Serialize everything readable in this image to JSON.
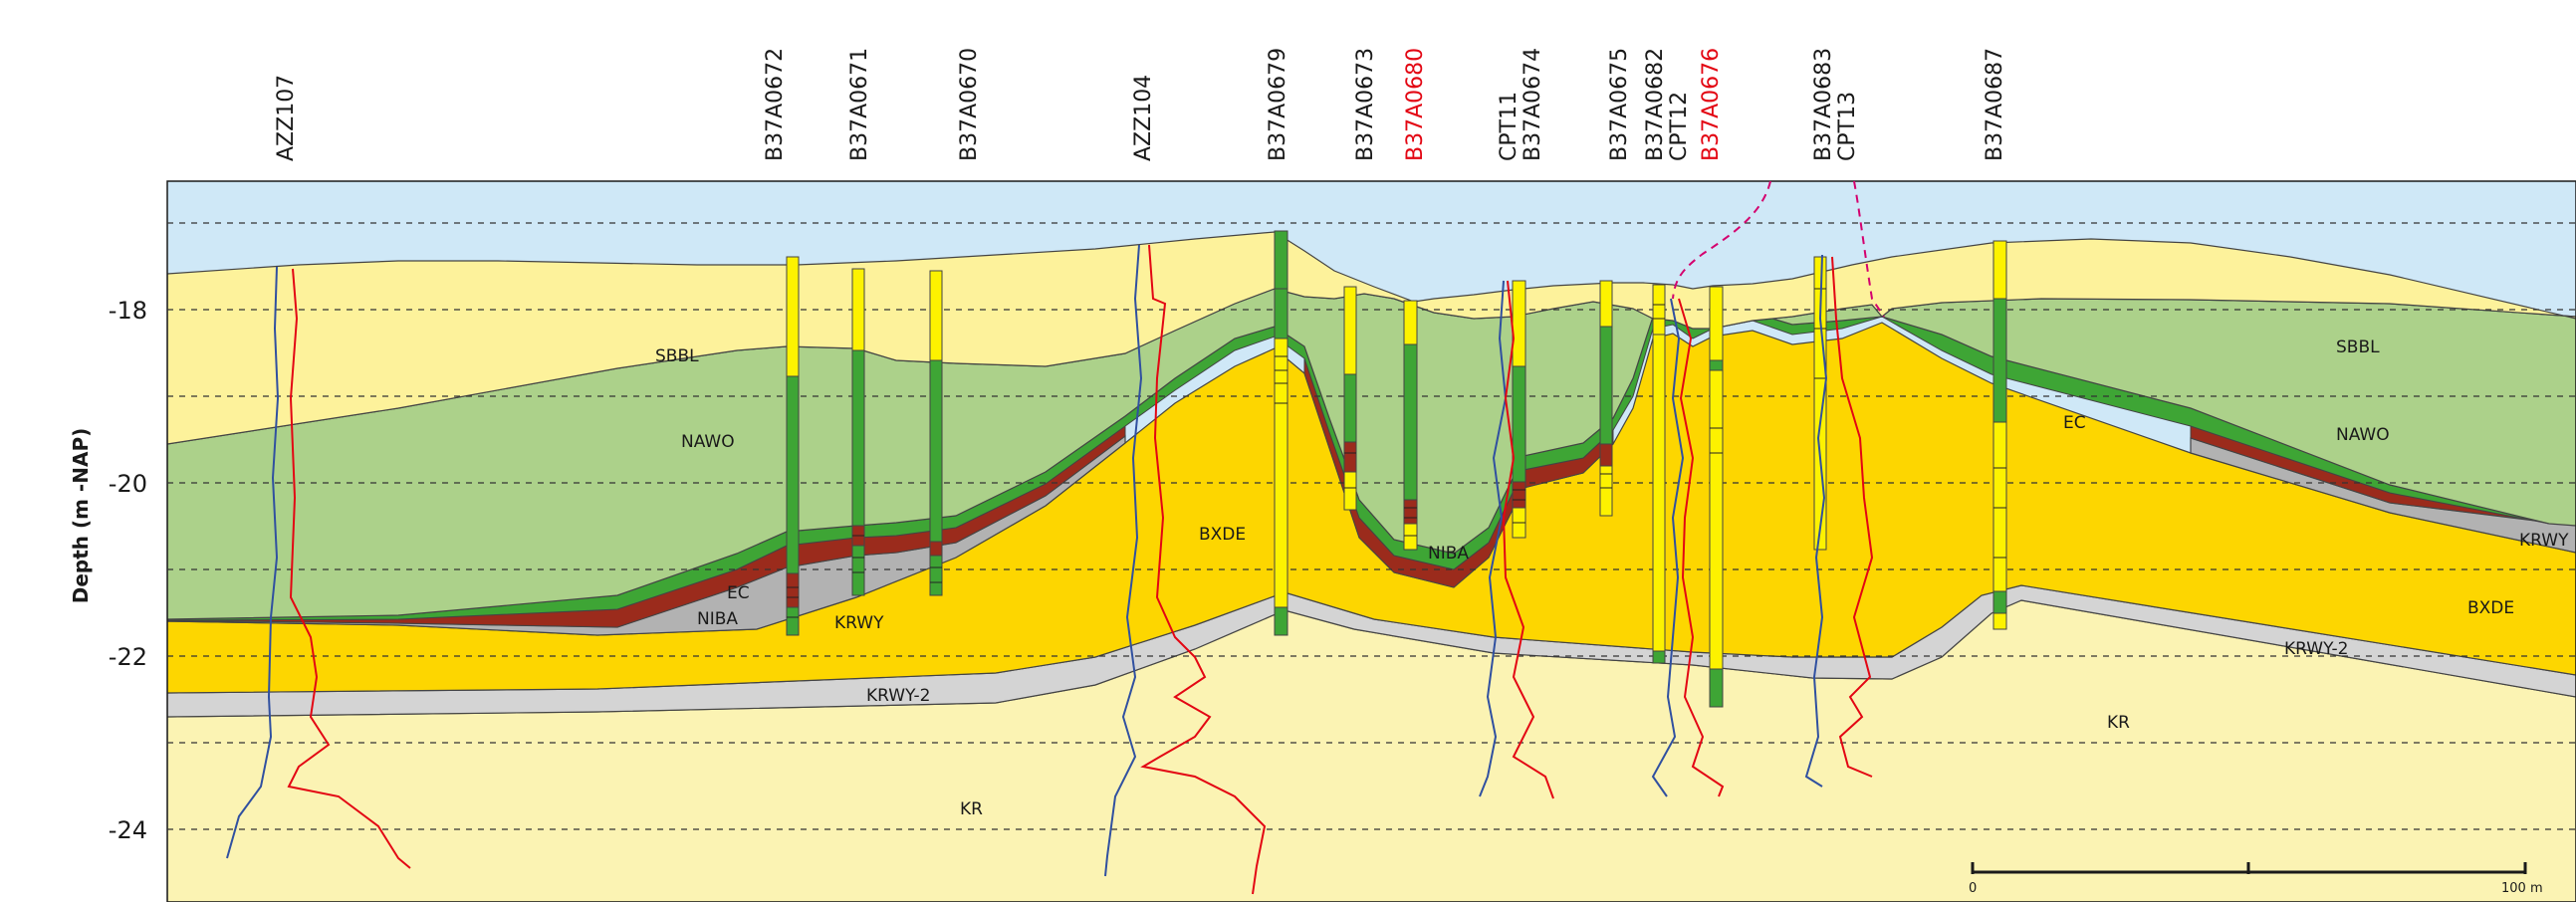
{
  "y_axis": {
    "title": "Depth (m -NAP)",
    "ticks": [
      "-18",
      "-20",
      "-22",
      "-24"
    ]
  },
  "boreholes": [
    {
      "name": "AZZ107",
      "color": "#1a1a1a"
    },
    {
      "name": "B37A0672",
      "color": "#1a1a1a"
    },
    {
      "name": "B37A0671",
      "color": "#1a1a1a"
    },
    {
      "name": "B37A0670",
      "color": "#1a1a1a"
    },
    {
      "name": "AZZ104",
      "color": "#1a1a1a"
    },
    {
      "name": "B37A0679",
      "color": "#1a1a1a"
    },
    {
      "name": "B37A0673",
      "color": "#1a1a1a"
    },
    {
      "name": "B37A0680",
      "color": "#e30613"
    },
    {
      "name": "CPT11",
      "color": "#1a1a1a"
    },
    {
      "name": "B37A0674",
      "color": "#1a1a1a"
    },
    {
      "name": "B37A0675",
      "color": "#1a1a1a"
    },
    {
      "name": "B37A0682",
      "color": "#1a1a1a"
    },
    {
      "name": "CPT12",
      "color": "#1a1a1a"
    },
    {
      "name": "B37A0676",
      "color": "#e30613"
    },
    {
      "name": "B37A0683",
      "color": "#1a1a1a"
    },
    {
      "name": "CPT13",
      "color": "#1a1a1a"
    },
    {
      "name": "B37A0687",
      "color": "#1a1a1a"
    }
  ],
  "units": {
    "sbbl_left": "SBBL",
    "sbbl_right": "SBBL",
    "nawo_left": "NAWO",
    "nawo_right": "NAWO",
    "ec_left": "EC",
    "ec_right": "EC",
    "niba_left": "NIBA",
    "niba_mid": "NIBA",
    "krwy_left": "KRWY",
    "krwy_right": "KRWY",
    "bxde_mid": "BXDE",
    "bxde_right": "BXDE",
    "krwy2_left": "KRWY-2",
    "krwy2_right": "KRWY-2",
    "kr_left": "KR",
    "kr_right": "KR"
  },
  "scale_bar": {
    "start": "0",
    "end": "100 m"
  },
  "colors": {
    "water": "#cfe8f7",
    "sbbl": "#fdf29b",
    "nawo": "#acd18a",
    "ec": "#3ea535",
    "niba": "#9b2b1c",
    "krwy": "#b2b2b2",
    "bxde": "#fdd600",
    "krwy2": "#d4d4d4",
    "kr": "#fbf3b3",
    "resistance_line": "#3050a0",
    "friction_line": "#e30613",
    "cpt_route": "#d4006e"
  }
}
